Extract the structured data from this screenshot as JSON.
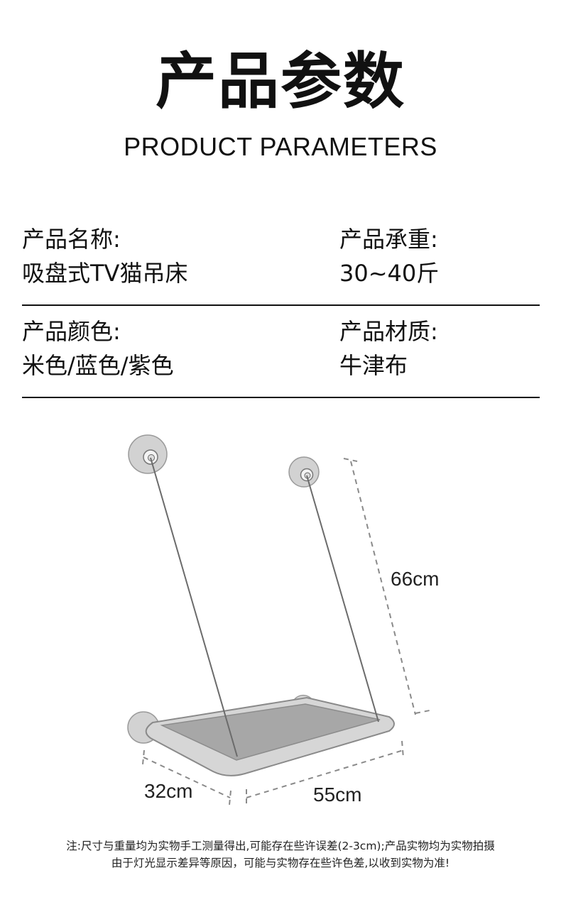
{
  "header": {
    "title": "产品参数",
    "subtitle": "PRODUCT PARAMETERS"
  },
  "params": {
    "name_label": "产品名称:",
    "name_value": "吸盘式TV猫吊床",
    "load_label": "产品承重:",
    "load_value": "30~40斤",
    "color_label": "产品颜色:",
    "color_value": "米色/蓝色/紫色",
    "material_label": "产品材质:",
    "material_value": "牛津布"
  },
  "diagram": {
    "height_dim": "66cm",
    "depth_dim": "32cm",
    "width_dim": "55cm"
  },
  "note": {
    "line1": "注:尺寸与重量均为实物手工测量得出,可能存在些许误差(2-3cm);产品实物均为实物拍摄",
    "line2": "由于灯光显示差异等原因，可能与实物存在些许色差,以收到实物为准!"
  }
}
